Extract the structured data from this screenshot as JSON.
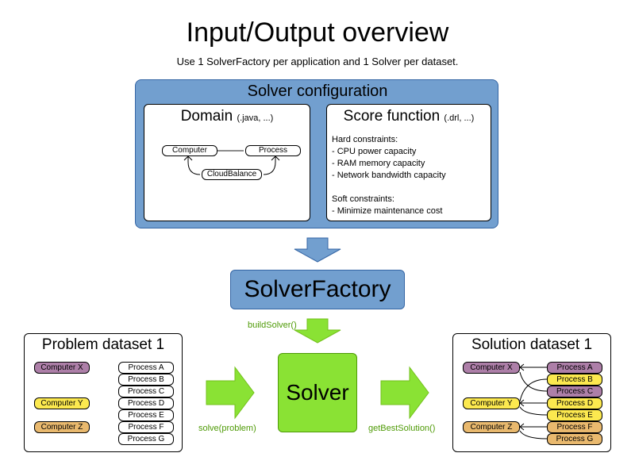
{
  "header": {
    "title": "Input/Output overview",
    "subtitle": "Use 1 SolverFactory per application and 1 Solver per dataset."
  },
  "solver_configuration": {
    "title": "Solver configuration",
    "domain": {
      "title": "Domain",
      "suffix": "(.java, ...)",
      "nodes": {
        "computer": "Computer",
        "process": "Process",
        "cloud_balance": "CloudBalance"
      }
    },
    "score_function": {
      "title": "Score function",
      "suffix": "(.drl, ...)",
      "text": "Hard constraints:\n- CPU power capacity\n- RAM memory capacity\n- Network bandwidth capacity\n\nSoft constraints:\n- Minimize maintenance cost"
    }
  },
  "solver_factory": {
    "label": "SolverFactory",
    "build_label": "buildSolver()"
  },
  "solver": {
    "label": "Solver",
    "solve_label": "solve(problem)",
    "best_label": "getBestSolution()"
  },
  "problem_dataset": {
    "title": "Problem dataset 1",
    "computers": [
      "Computer X",
      "Computer Y",
      "Computer Z"
    ],
    "processes": [
      "Process A",
      "Process B",
      "Process C",
      "Process D",
      "Process E",
      "Process F",
      "Process G"
    ]
  },
  "solution_dataset": {
    "title": "Solution dataset 1",
    "computers": [
      "Computer X",
      "Computer Y",
      "Computer Z"
    ],
    "processes": [
      "Process A",
      "Process B",
      "Process C",
      "Process D",
      "Process E",
      "Process F",
      "Process G"
    ],
    "assignments": [
      "Computer X",
      "Computer Y",
      "Computer X",
      "Computer Y",
      "Computer Y",
      "Computer Z",
      "Computer Z"
    ]
  },
  "colors": {
    "config_blue": "#729fcf",
    "solver_green": "#8ae234",
    "label_green": "#4e9a06",
    "computer_x": "#ad7fa8",
    "computer_y": "#fce94f",
    "computer_z": "#e9b96e"
  }
}
